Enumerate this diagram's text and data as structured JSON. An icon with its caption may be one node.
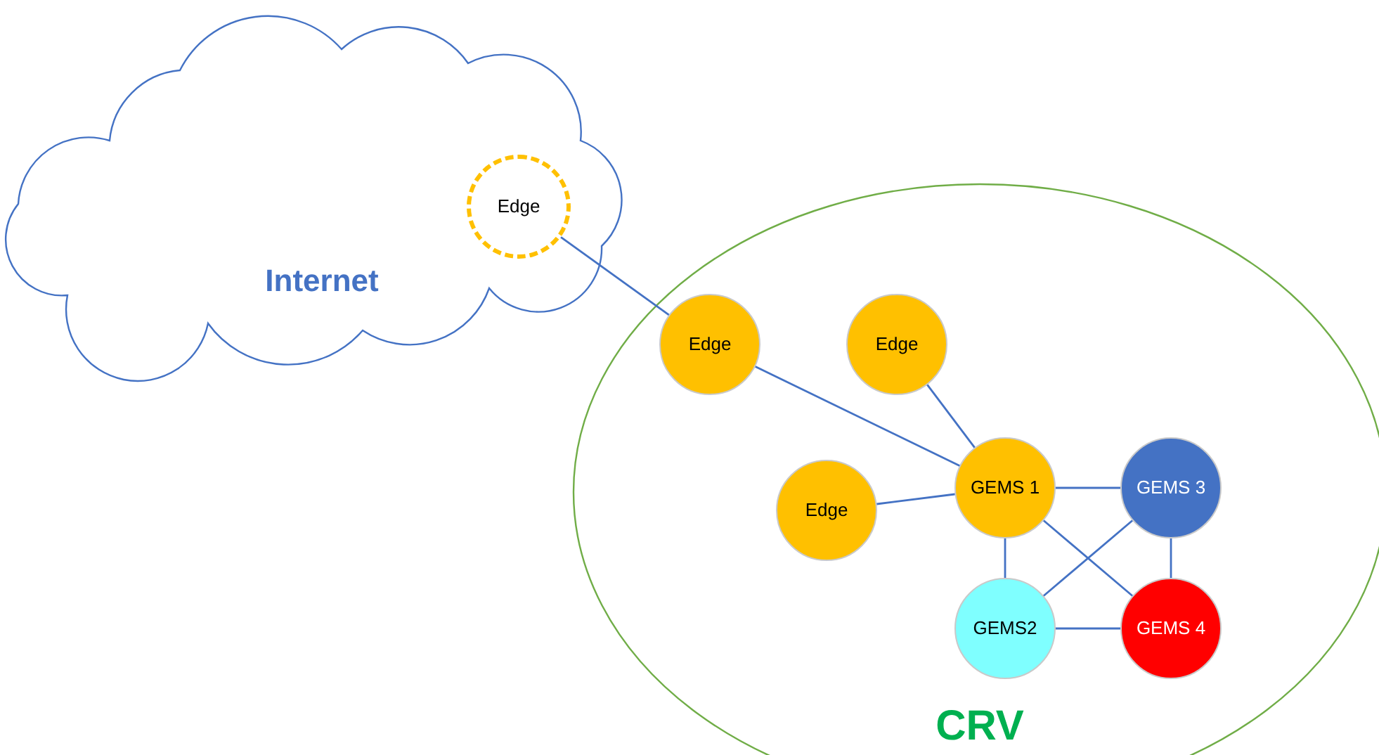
{
  "diagram": {
    "nodes": [
      {
        "text": [
          "Internet"
        ]
      },
      {
        "text": [
          "Edge"
        ],
        "in": 0
      },
      {
        "text": [
          "CRV"
        ]
      },
      {
        "text": [
          "Edge"
        ],
        "in": 2
      },
      {
        "text": [
          "Edge"
        ],
        "in": 2
      },
      {
        "text": [
          "Edge"
        ],
        "in": 2
      },
      {
        "text": [
          "GEMS 1"
        ],
        "in": 2
      },
      {
        "text": [
          "GEMS 3"
        ],
        "in": 2
      },
      {
        "text": [
          "GEMS2"
        ],
        "in": 2
      },
      {
        "text": [
          "GEMS 4"
        ],
        "in": 2
      }
    ],
    "edges": [
      {
        "from": 1,
        "to": 3,
        "arrow": "none"
      },
      {
        "from": 3,
        "to": 6,
        "arrow": "none"
      },
      {
        "from": 4,
        "to": 6,
        "arrow": "none"
      },
      {
        "from": 5,
        "to": 6,
        "arrow": "none"
      },
      {
        "from": 6,
        "to": 7,
        "arrow": "none"
      },
      {
        "from": 6,
        "to": 8,
        "arrow": "none"
      },
      {
        "from": 6,
        "to": 9,
        "arrow": "none"
      },
      {
        "from": 7,
        "to": 8,
        "arrow": "none"
      },
      {
        "from": 7,
        "to": 9,
        "arrow": "none"
      },
      {
        "from": 8,
        "to": 9,
        "arrow": "none"
      }
    ]
  }
}
